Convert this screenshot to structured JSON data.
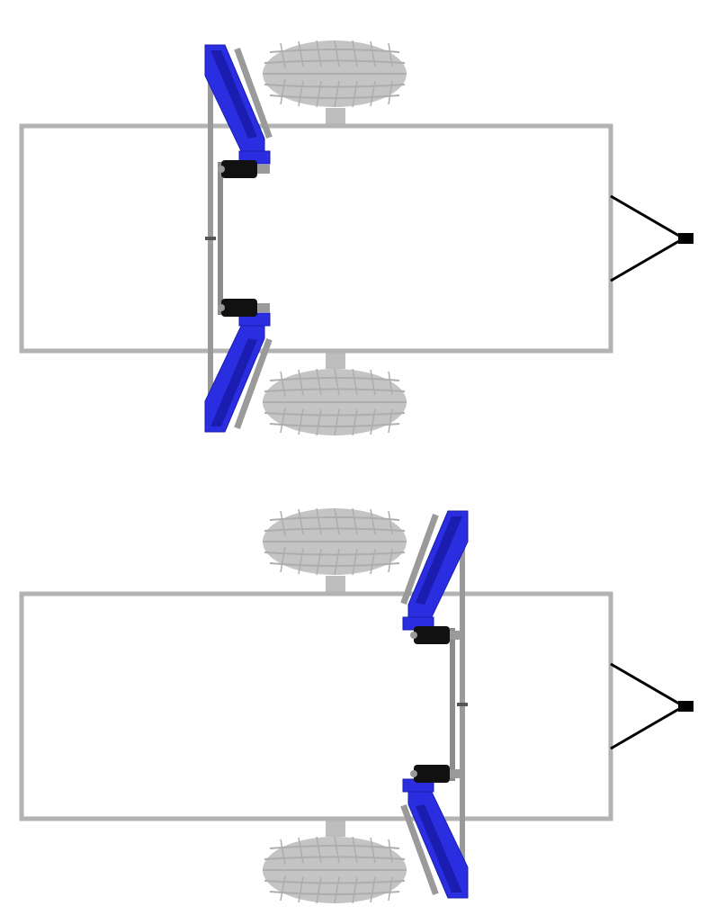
{
  "diagram": {
    "panels": [
      {
        "id": "top-configuration",
        "suspension_position": "rear"
      },
      {
        "id": "bottom-configuration",
        "suspension_position": "forward"
      }
    ]
  },
  "colors": {
    "background": "#ffffff",
    "frame": "#b3b3b3",
    "tire": "#c4c4c4",
    "tire_tread": "#adadad",
    "hub": "#bdbdbd",
    "arm": "#2a2ee0",
    "arm_dark": "#1a1db0",
    "actuator": "#111111",
    "rod": "#9a9a9a",
    "hitch": "#000000"
  },
  "icons": [
    "tire-icon",
    "actuator-icon",
    "hitch-icon"
  ]
}
